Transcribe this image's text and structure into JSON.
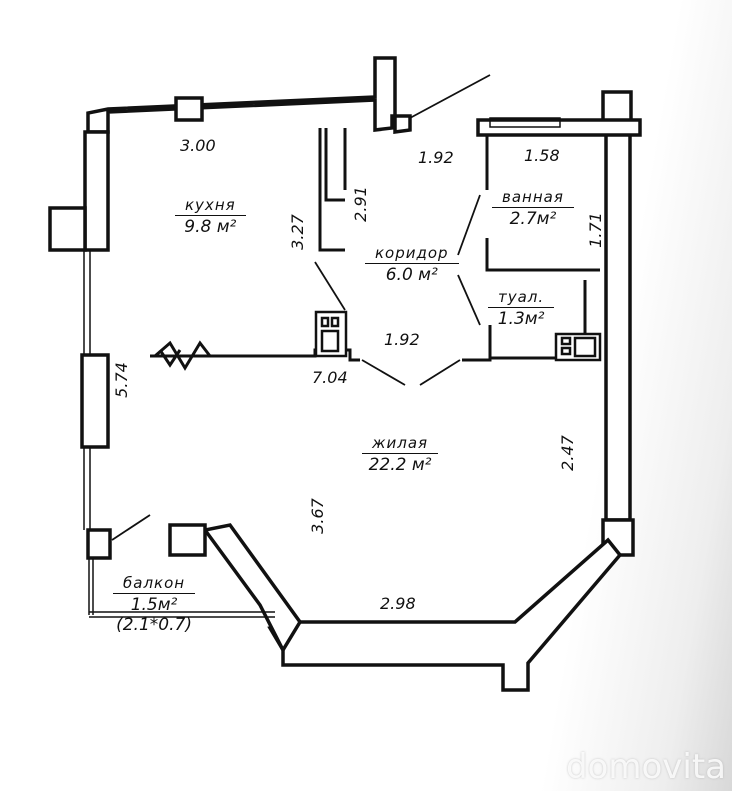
{
  "rooms": {
    "kitchen": {
      "name": "кухня",
      "area": "9.8 м²"
    },
    "corridor": {
      "name": "коридор",
      "area": "6.0 м²"
    },
    "bathroom": {
      "name": "ванная",
      "area": "2.7м²"
    },
    "toilet": {
      "name": "туал.",
      "area": "1.3м²"
    },
    "living": {
      "name": "жилая",
      "area": "22.2 м²"
    },
    "balcony": {
      "name": "балкон",
      "area": "1.5м²",
      "size": "(2.1*0.7)"
    }
  },
  "dimensions": {
    "kitchen_width": "3.00",
    "corridor_top": "1.92",
    "bath_width": "1.58",
    "corr_wall_a": "2.91",
    "kitchen_depth": "3.27",
    "bath_depth": "1.71",
    "corridor_bottom": "1.92",
    "total_width": "7.04",
    "left_height": "5.74",
    "living_depth": "3.67",
    "right_height": "2.47",
    "bottom_width": "2.98"
  },
  "watermark": "domovita",
  "colors": {
    "ink": "#111111",
    "paper": "#ffffff"
  }
}
